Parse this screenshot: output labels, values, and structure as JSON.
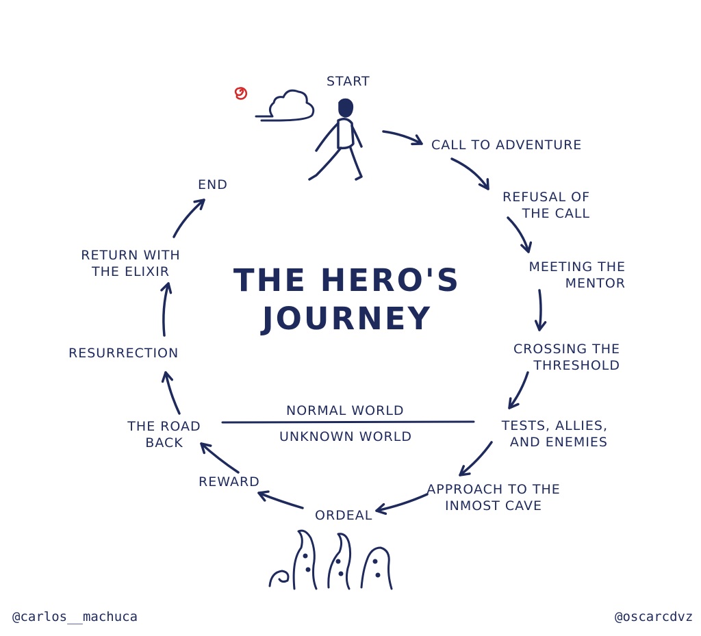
{
  "title": {
    "line1": "THE HERO'S",
    "line2": "JOURNEY"
  },
  "stages": {
    "start": "START",
    "call": "CALL TO ADVENTURE",
    "refusal": {
      "line1": "REFUSAL OF",
      "line2": "THE CALL"
    },
    "mentor": {
      "line1": "MEETING THE",
      "line2": "MENTOR"
    },
    "threshold": {
      "line1": "CROSSING THE",
      "line2": "THRESHOLD"
    },
    "tests": {
      "line1": "TESTS, ALLIES,",
      "line2": "AND ENEMIES"
    },
    "approach": {
      "line1": "APPROACH TO THE",
      "line2": "INMOST CAVE"
    },
    "ordeal": "ORDEAL",
    "reward": "REWARD",
    "road_back": {
      "line1": "THE ROAD",
      "line2": "BACK"
    },
    "resurrection": "RESURRECTION",
    "return": {
      "line1": "RETURN WITH",
      "line2": "THE ELIXIR"
    },
    "end": "END"
  },
  "worlds": {
    "normal": "NORMAL WORLD",
    "unknown": "UNKNOWN WORLD"
  },
  "credits": {
    "left": "@carlos__machuca",
    "right": "@oscarcdvz"
  },
  "colors": {
    "ink": "#1f2a5c",
    "spiral": "#d42a2a"
  },
  "icons": [
    "spiral-icon",
    "cloud-icon",
    "walking-hero-icon",
    "tentacles-icon"
  ]
}
